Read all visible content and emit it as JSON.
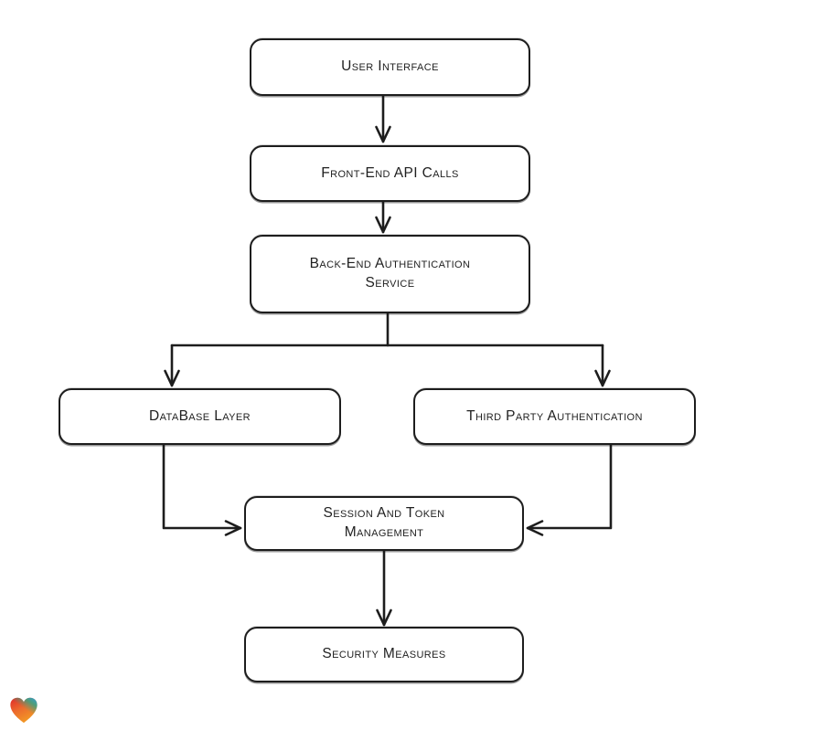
{
  "diagram": {
    "type": "flowchart",
    "direction": "top-down",
    "nodes": [
      {
        "id": "user-interface",
        "label": "User Interface"
      },
      {
        "id": "front-end-api-calls",
        "label": "Front-End API Calls"
      },
      {
        "id": "back-end-authentication-service",
        "label": "Back-End Authentication\nService"
      },
      {
        "id": "database-layer",
        "label": "DataBase Layer"
      },
      {
        "id": "third-party-authentication",
        "label": "Third Party Authentication"
      },
      {
        "id": "session-and-token-management",
        "label": "Session And Token\nManagement"
      },
      {
        "id": "security-measures",
        "label": "Security Measures"
      }
    ],
    "edges": [
      {
        "from": "user-interface",
        "to": "front-end-api-calls"
      },
      {
        "from": "front-end-api-calls",
        "to": "back-end-authentication-service"
      },
      {
        "from": "back-end-authentication-service",
        "to": "database-layer"
      },
      {
        "from": "back-end-authentication-service",
        "to": "third-party-authentication"
      },
      {
        "from": "database-layer",
        "to": "session-and-token-management"
      },
      {
        "from": "third-party-authentication",
        "to": "session-and-token-management"
      },
      {
        "from": "session-and-token-management",
        "to": "security-measures"
      }
    ],
    "style": {
      "stroke_color": "#1d1d1d",
      "node_fill": "#ffffff",
      "background": "#ffffff"
    }
  },
  "watermark": {
    "icon": "gradient-heart-logo",
    "colors": {
      "red": "#e02828",
      "blue": "#2f9fe0",
      "teal": "#35a584",
      "orange": "#f29a25"
    }
  }
}
